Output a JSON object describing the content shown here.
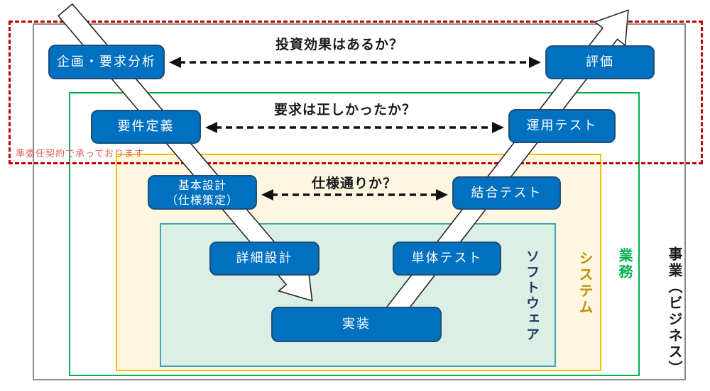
{
  "diagram": {
    "title_note": {
      "text": "準委任契約で承っております",
      "color": "#E0615C"
    },
    "stages": [
      {
        "id": "planning",
        "label": "企画・要求分析"
      },
      {
        "id": "requirements",
        "label": "要件定義"
      },
      {
        "id": "basic-design",
        "label": "基本設計\n（仕様策定）"
      },
      {
        "id": "detailed-design",
        "label": "詳細設計"
      },
      {
        "id": "implementation",
        "label": "実装"
      },
      {
        "id": "unit-test",
        "label": "単体テスト"
      },
      {
        "id": "integration-test",
        "label": "結合テスト"
      },
      {
        "id": "operation-test",
        "label": "運用テスト"
      },
      {
        "id": "evaluation",
        "label": "評価"
      }
    ],
    "questions": [
      {
        "id": "investment-effect",
        "label": "投資効果はあるか？",
        "between": [
          "企画・要求分析",
          "評価"
        ]
      },
      {
        "id": "requirements-correct",
        "label": "要求は正しかったか？",
        "between": [
          "要件定義",
          "運用テスト"
        ]
      },
      {
        "id": "as-specified",
        "label": "仕様通りか？",
        "between": [
          "基本設計（仕様策定）",
          "結合テスト"
        ]
      }
    ],
    "scope_layers": [
      {
        "id": "software",
        "label": "ソフトウェア",
        "color": "#1F3864",
        "frame_border": "#41A3AD",
        "frame_fill": "#DAF0E4"
      },
      {
        "id": "system",
        "label": "システム",
        "color": "#BF9000",
        "frame_border": "#FFC000",
        "frame_fill": "#FDF6E1"
      },
      {
        "id": "business-operations",
        "label": "業務",
        "color": "#00B050",
        "frame_border": "#00B050",
        "frame_fill": "none"
      },
      {
        "id": "business",
        "label": "事業（ビジネス）",
        "color": "#1A1A1A",
        "frame_border": "#8A8A8A",
        "frame_fill": "none"
      }
    ],
    "colors": {
      "stage_fill": "#0070C0",
      "stage_border": "#1F4E79",
      "stage_text": "#FFFFFF",
      "feedback_arrow": "#1A1A1A",
      "contract_scope_border": "#C00000",
      "flow_arrow_fill": "#FFFFFF",
      "flow_arrow_outline": "#262626"
    }
  }
}
